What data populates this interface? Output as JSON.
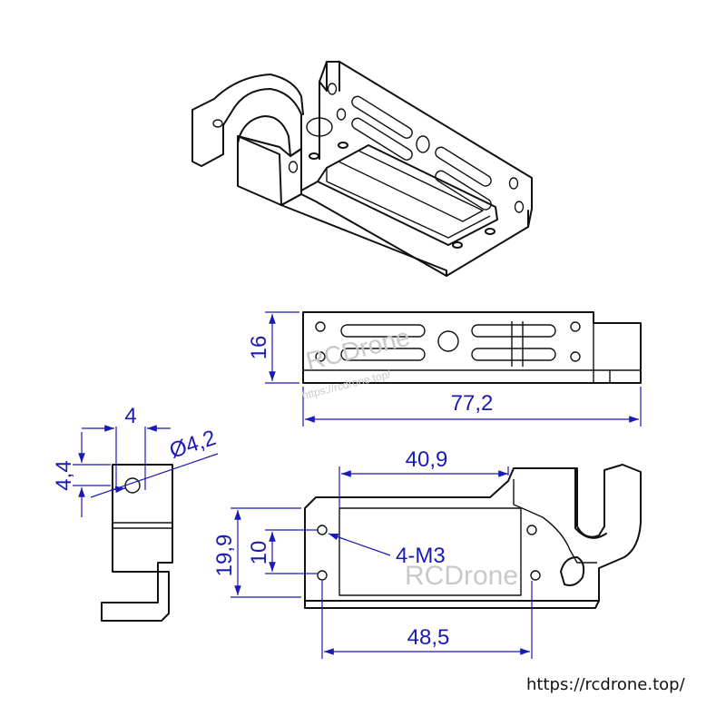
{
  "dimensions": {
    "height": "16",
    "length": "77,2",
    "slot_width": "4",
    "hole_diameter": "Ø4,2",
    "offset": "4,4",
    "servo_width": "40,9",
    "bracket_height": "19,9",
    "hole_spacing_v": "10",
    "hole_spacing_h": "48,5",
    "thread_callout": "4-M3"
  },
  "watermarks": {
    "brand": "RCDrone",
    "brand_url": "https://rcdrone.top/"
  },
  "footer_url": "https://rcdrone.top/",
  "colors": {
    "dimension": "#1a1ab4",
    "outline": "#111111",
    "watermark": "#c9c9c9"
  }
}
